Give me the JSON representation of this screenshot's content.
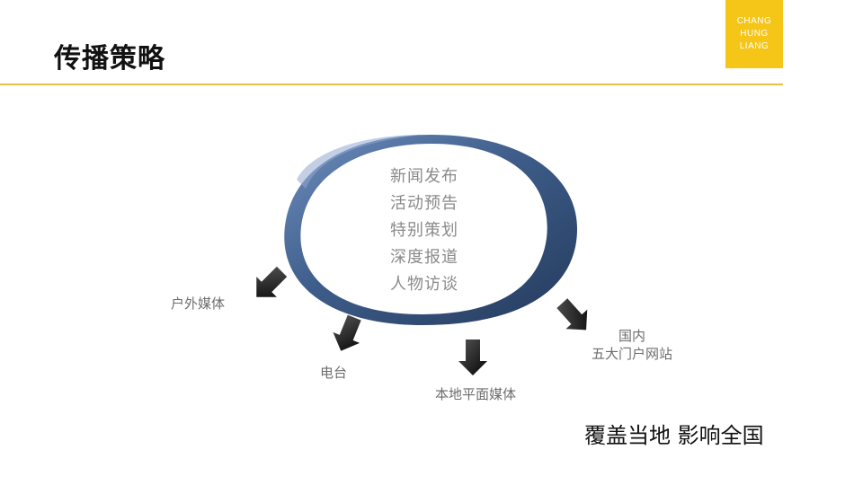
{
  "header": {
    "title": "传播策略",
    "logo_lines": [
      "CHANG",
      "HUNG",
      "LIANG"
    ]
  },
  "diagram": {
    "center_items": [
      "新闻发布",
      "活动预告",
      "特别策划",
      "深度报道",
      "人物访谈"
    ],
    "channels": {
      "outdoor": "户外媒体",
      "radio": "电台",
      "local_print": "本地平面媒体",
      "domestic_line1": "国内",
      "domestic_line2": "五大门户网站"
    }
  },
  "footer": {
    "slogan": "覆盖当地 影响全国"
  },
  "colors": {
    "accent": "#f5c518",
    "ring": "#3e5d8a",
    "rule": "#e6c040"
  }
}
